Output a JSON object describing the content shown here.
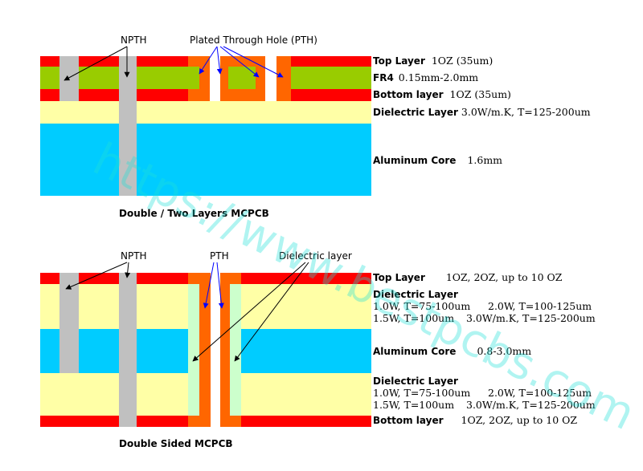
{
  "colors": {
    "copper_red": "#ff0000",
    "fr4_green": "#99cc00",
    "dielectric_yellow": "#ffffa6",
    "aluminum_blue": "#00ccff",
    "hole_gray": "#c0c0c0",
    "plating_orange": "#ff6600",
    "pth_dielectric_mint": "#ccffcc",
    "arrow_black": "#000000",
    "arrow_blue": "#0000ff",
    "watermark": "#20e0d8"
  },
  "watermark": "https://www.bestpcbs.com",
  "diagram1": {
    "caption": "Double / Two Layers MCPCB",
    "callout_npth": "NPTH",
    "callout_pth": "Plated Through Hole (PTH)",
    "layers": [
      {
        "name": "Top Layer",
        "spec": "1OZ (35um)"
      },
      {
        "name": "FR4",
        "spec": "0.15mm-2.0mm"
      },
      {
        "name": "Bottom layer",
        "spec": "1OZ (35um)"
      },
      {
        "name": "Dielectric Layer",
        "spec": "3.0W/m.K, T=125-200um"
      },
      {
        "name": "Aluminum Core",
        "spec": "1.6mm"
      }
    ]
  },
  "diagram2": {
    "caption": "Double Sided MCPCB",
    "callout_npth": "NPTH",
    "callout_pth": "PTH",
    "callout_dielectric": "Dielectric layer",
    "top_layer": {
      "name": "Top Layer",
      "spec": "1OZ, 2OZ, up to 10 OZ"
    },
    "dielectric_top": {
      "name": "Dielectric Layer",
      "line1a": "1.0W, T=75-100um",
      "line1b": "2.0W, T=100-125um",
      "line2a": "1.5W, T=100um",
      "line2b": "3.0W/m.K, T=125-200um"
    },
    "aluminum": {
      "name": "Aluminum Core",
      "spec": "0.8-3.0mm"
    },
    "dielectric_bottom": {
      "name": "Dielectric Layer",
      "line1a": "1.0W, T=75-100um",
      "line1b": "2.0W, T=100-125um",
      "line2a": "1.5W, T=100um",
      "line2b": "3.0W/m.K, T=125-200um"
    },
    "bottom_layer": {
      "name": "Bottom layer",
      "spec": "1OZ, 2OZ, up to 10 OZ"
    }
  }
}
